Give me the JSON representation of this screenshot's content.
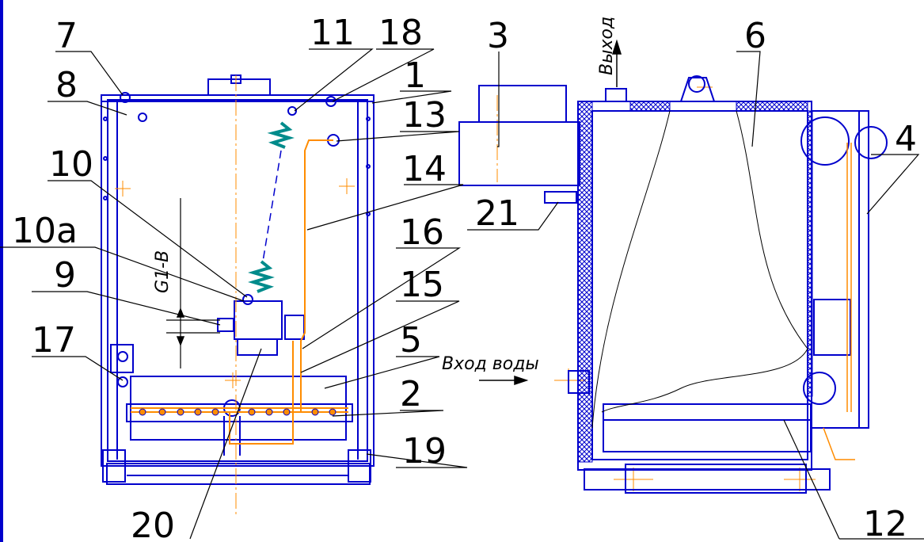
{
  "drawing": {
    "labels": {
      "n1": "1",
      "n2": "2",
      "n3": "3",
      "n4": "4",
      "n5": "5",
      "n6": "6",
      "n7": "7",
      "n8": "8",
      "n9": "9",
      "n10": "10",
      "n10a": "10a",
      "n11": "11",
      "n12": "12",
      "n13": "13",
      "n14": "14",
      "n15": "15",
      "n16": "16",
      "n17": "17",
      "n18": "18",
      "n19": "19",
      "n20": "20",
      "n21": "21"
    },
    "annotations": {
      "water_in": "Вход воды",
      "water_out": "Выход",
      "g1": "G1-B"
    },
    "colors": {
      "outline": "#0000cc",
      "pipe": "#ff8c00",
      "spring": "#008b8b",
      "leader": "#000000",
      "insulation": "#0000cc"
    }
  }
}
